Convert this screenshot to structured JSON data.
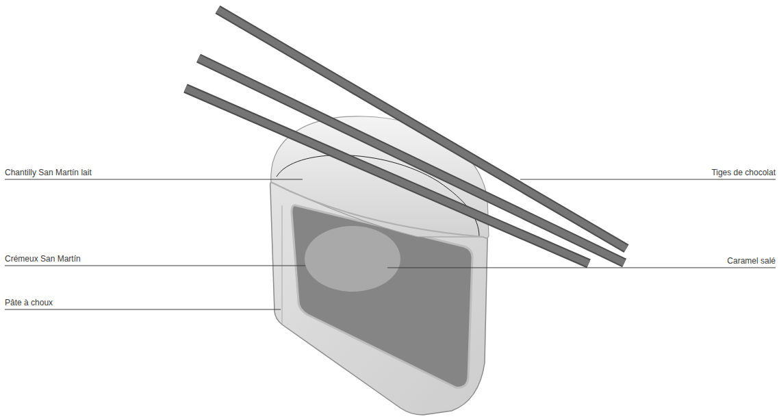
{
  "diagram": {
    "labels": [
      "Chantilly San Martín lait",
      "Tiges de chocolat",
      "Crémeux San Martín",
      "Caramel salé",
      "Pâte à choux"
    ]
  }
}
